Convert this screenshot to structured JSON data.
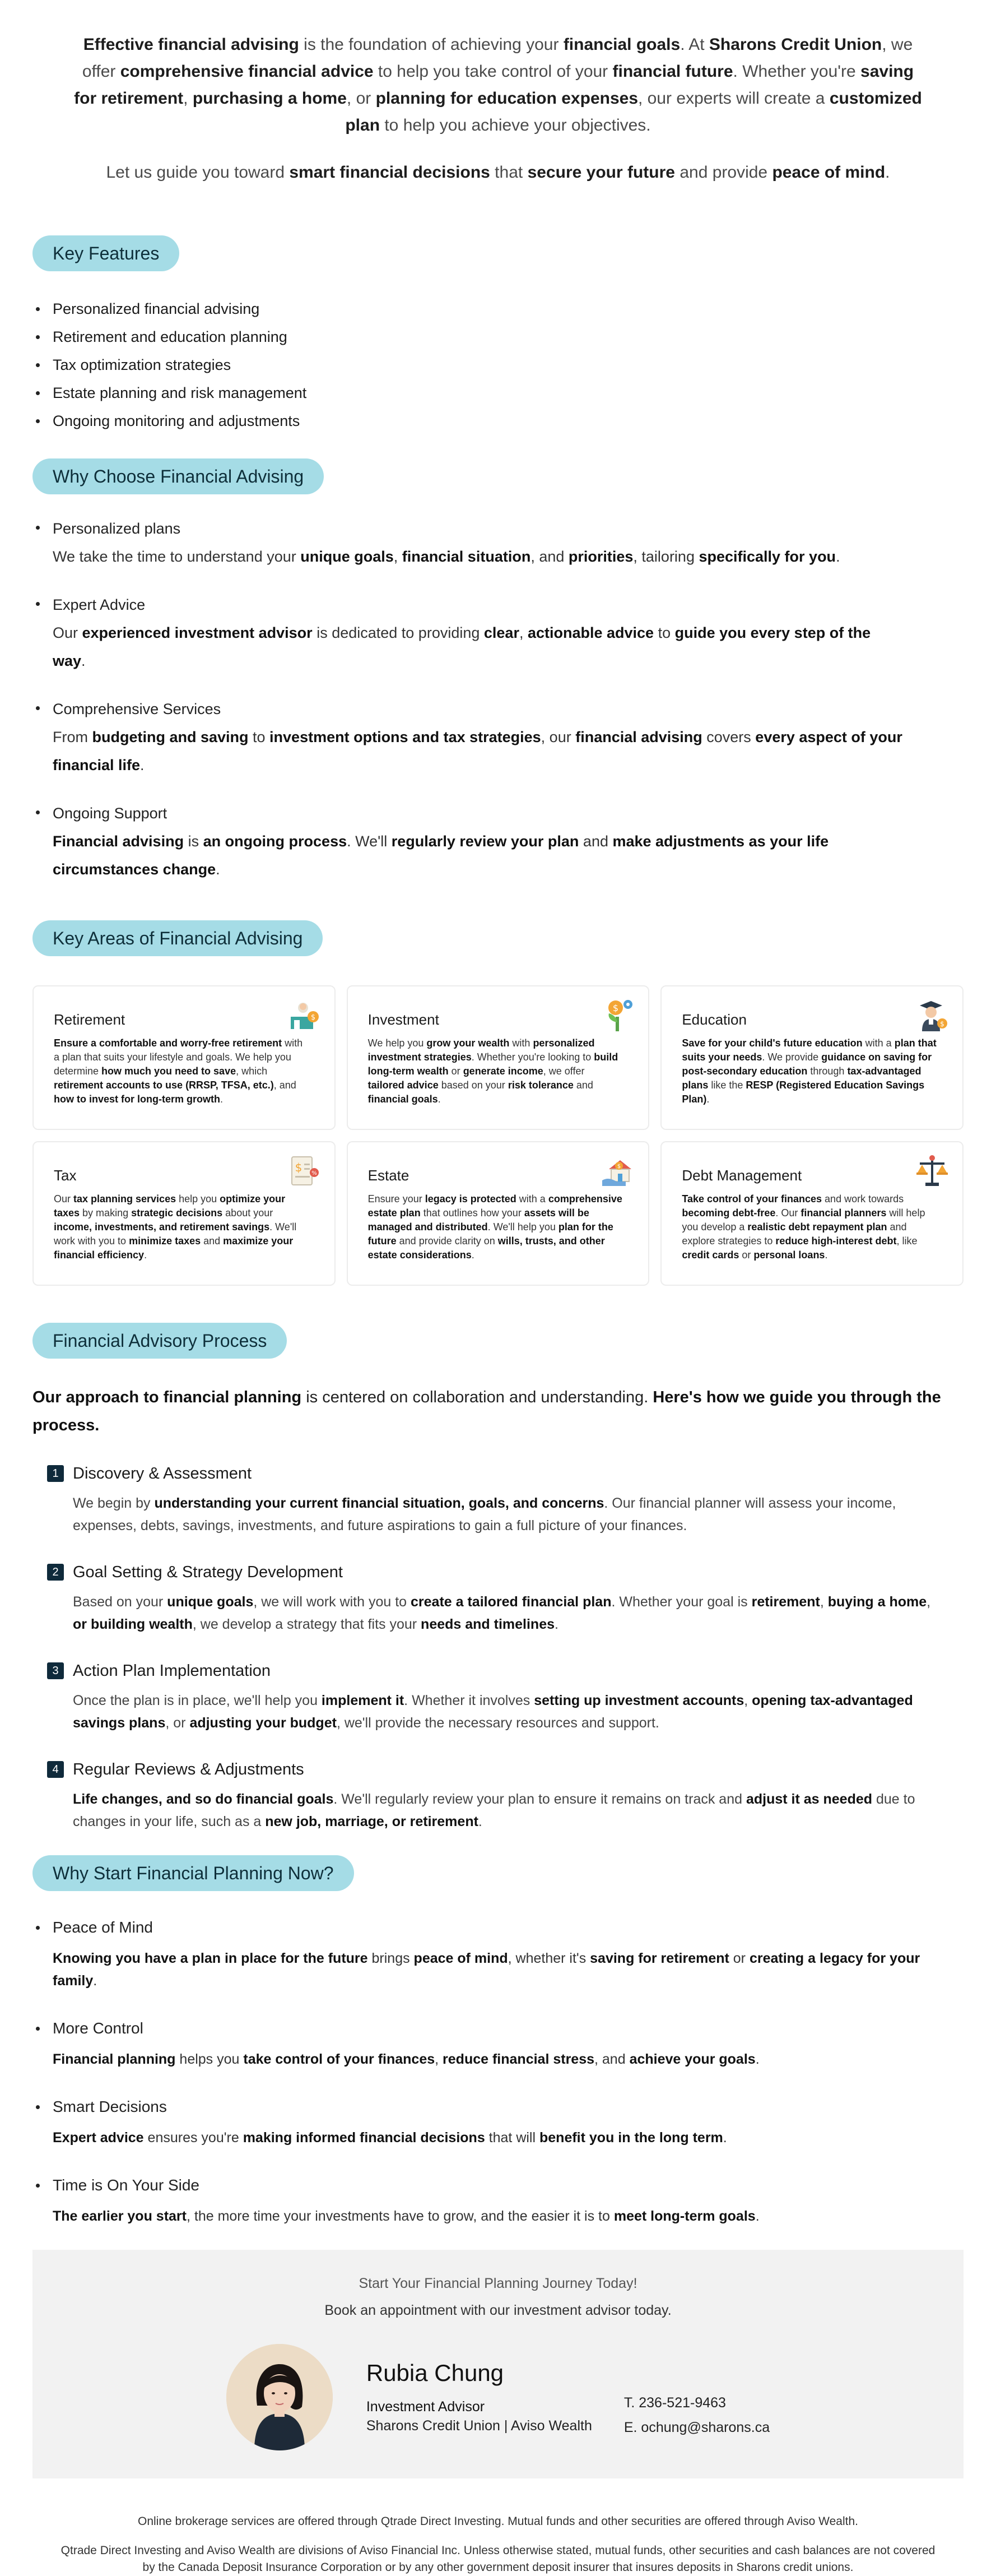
{
  "intro": {
    "p1": [
      {
        "t": "Effective financial advising",
        "b": true
      },
      {
        "t": " is the foundation of achieving your ",
        "b": false
      },
      {
        "t": "financial goals",
        "b": true
      },
      {
        "t": ". At ",
        "b": false
      },
      {
        "t": "Sharons Credit Union",
        "b": true
      },
      {
        "t": ", we offer ",
        "b": false
      },
      {
        "t": "comprehensive financial advice",
        "b": true
      },
      {
        "t": " to help you take control of your ",
        "b": false
      },
      {
        "t": "financial future",
        "b": true
      },
      {
        "t": ". Whether you're ",
        "b": false
      },
      {
        "t": "saving for retirement",
        "b": true
      },
      {
        "t": ", ",
        "b": false
      },
      {
        "t": "purchasing a home",
        "b": true
      },
      {
        "t": ", or ",
        "b": false
      },
      {
        "t": "planning for education expenses",
        "b": true
      },
      {
        "t": ", our experts will create a ",
        "b": false
      },
      {
        "t": "customized plan",
        "b": true
      },
      {
        "t": " to help you achieve your objectives.",
        "b": false
      }
    ],
    "p2": [
      {
        "t": "Let us guide you toward ",
        "b": false
      },
      {
        "t": "smart financial decisions",
        "b": true
      },
      {
        "t": " that ",
        "b": false
      },
      {
        "t": "secure your future",
        "b": true
      },
      {
        "t": " and provide ",
        "b": false
      },
      {
        "t": "peace of mind",
        "b": true
      },
      {
        "t": ".",
        "b": false
      }
    ]
  },
  "key_features": {
    "title": "Key Features",
    "items": [
      "Personalized financial advising",
      "Retirement and education planning",
      "Tax optimization strategies",
      "Estate planning and risk management",
      "Ongoing monitoring and adjustments"
    ]
  },
  "why_choose": {
    "title": "Why Choose Financial Advising",
    "items": [
      {
        "title": "Personalized plans",
        "desc": [
          {
            "t": "We take the time to understand your ",
            "b": false
          },
          {
            "t": "unique goals",
            "b": true
          },
          {
            "t": ", ",
            "b": false
          },
          {
            "t": "financial situation",
            "b": true
          },
          {
            "t": ", and ",
            "b": false
          },
          {
            "t": "priorities",
            "b": true
          },
          {
            "t": ", tailoring ",
            "b": false
          },
          {
            "t": "specifically for you",
            "b": true
          },
          {
            "t": ".",
            "b": false
          }
        ]
      },
      {
        "title": "Expert Advice",
        "desc": [
          {
            "t": "Our ",
            "b": false
          },
          {
            "t": "experienced investment advisor",
            "b": true
          },
          {
            "t": " is dedicated to providing ",
            "b": false
          },
          {
            "t": "clear",
            "b": true
          },
          {
            "t": ", ",
            "b": false
          },
          {
            "t": "actionable advice",
            "b": true
          },
          {
            "t": " to ",
            "b": false
          },
          {
            "t": "guide you every step of the way",
            "b": true
          },
          {
            "t": ".",
            "b": false
          }
        ]
      },
      {
        "title": "Comprehensive Services",
        "desc": [
          {
            "t": "From ",
            "b": false
          },
          {
            "t": "budgeting and saving",
            "b": true
          },
          {
            "t": " to ",
            "b": false
          },
          {
            "t": "investment options and tax strategies",
            "b": true
          },
          {
            "t": ", our ",
            "b": false
          },
          {
            "t": "financial advising",
            "b": true
          },
          {
            "t": " covers ",
            "b": false
          },
          {
            "t": "every aspect of your financial life",
            "b": true
          },
          {
            "t": ".",
            "b": false
          }
        ]
      },
      {
        "title": "Ongoing Support",
        "desc": [
          {
            "t": "Financial advising",
            "b": true
          },
          {
            "t": " is ",
            "b": false
          },
          {
            "t": "an ongoing process",
            "b": true
          },
          {
            "t": ". We'll ",
            "b": false
          },
          {
            "t": "regularly review your plan",
            "b": true
          },
          {
            "t": " and ",
            "b": false
          },
          {
            "t": "make adjustments as your life circumstances change",
            "b": true
          },
          {
            "t": ".",
            "b": false
          }
        ]
      }
    ]
  },
  "key_areas": {
    "title": "Key Areas of Financial Advising",
    "cards": [
      {
        "title": "Retirement",
        "icon": "retirement-icon",
        "desc": [
          {
            "t": "Ensure a comfortable and worry-free retirement",
            "b": true
          },
          {
            "t": " with a plan that suits your lifestyle and goals. We help you determine ",
            "b": false
          },
          {
            "t": "how much you need to save",
            "b": true
          },
          {
            "t": ", which ",
            "b": false
          },
          {
            "t": "retirement accounts to use (RRSP, TFSA, etc.)",
            "b": true
          },
          {
            "t": ", and ",
            "b": false
          },
          {
            "t": "how to invest for long-term growth",
            "b": true
          },
          {
            "t": ".",
            "b": false
          }
        ]
      },
      {
        "title": "Investment",
        "icon": "investment-icon",
        "desc": [
          {
            "t": "We help you ",
            "b": false
          },
          {
            "t": "grow your wealth",
            "b": true
          },
          {
            "t": " with ",
            "b": false
          },
          {
            "t": "personalized investment strategies",
            "b": true
          },
          {
            "t": ". Whether you're looking to ",
            "b": false
          },
          {
            "t": "build long-term wealth",
            "b": true
          },
          {
            "t": " or ",
            "b": false
          },
          {
            "t": "generate income",
            "b": true
          },
          {
            "t": ", we offer ",
            "b": false
          },
          {
            "t": "tailored advice",
            "b": true
          },
          {
            "t": " based on your ",
            "b": false
          },
          {
            "t": "risk tolerance",
            "b": true
          },
          {
            "t": " and ",
            "b": false
          },
          {
            "t": "financial goals",
            "b": true
          },
          {
            "t": ".",
            "b": false
          }
        ]
      },
      {
        "title": "Education",
        "icon": "education-icon",
        "desc": [
          {
            "t": "Save for your child's future education",
            "b": true
          },
          {
            "t": " with a ",
            "b": false
          },
          {
            "t": "plan that suits your needs",
            "b": true
          },
          {
            "t": ". We provide ",
            "b": false
          },
          {
            "t": "guidance on saving for post-secondary education",
            "b": true
          },
          {
            "t": " through ",
            "b": false
          },
          {
            "t": "tax-advantaged plans",
            "b": true
          },
          {
            "t": " like the ",
            "b": false
          },
          {
            "t": "RESP (Registered Education Savings Plan)",
            "b": true
          },
          {
            "t": ".",
            "b": false
          }
        ]
      },
      {
        "title": "Tax",
        "icon": "tax-icon",
        "desc": [
          {
            "t": "Our ",
            "b": false
          },
          {
            "t": "tax planning services",
            "b": true
          },
          {
            "t": " help you ",
            "b": false
          },
          {
            "t": "optimize your taxes",
            "b": true
          },
          {
            "t": " by making ",
            "b": false
          },
          {
            "t": "strategic decisions",
            "b": true
          },
          {
            "t": " about your ",
            "b": false
          },
          {
            "t": "income, investments, and retirement savings",
            "b": true
          },
          {
            "t": ". We'll work with you to ",
            "b": false
          },
          {
            "t": "minimize taxes",
            "b": true
          },
          {
            "t": " and ",
            "b": false
          },
          {
            "t": "maximize your financial efficiency",
            "b": true
          },
          {
            "t": ".",
            "b": false
          }
        ]
      },
      {
        "title": "Estate",
        "icon": "estate-icon",
        "desc": [
          {
            "t": "Ensure your ",
            "b": false
          },
          {
            "t": "legacy is protected",
            "b": true
          },
          {
            "t": " with a ",
            "b": false
          },
          {
            "t": "comprehensive estate plan",
            "b": true
          },
          {
            "t": " that outlines how your ",
            "b": false
          },
          {
            "t": "assets will be managed and distributed",
            "b": true
          },
          {
            "t": ". We'll help you ",
            "b": false
          },
          {
            "t": "plan for the future",
            "b": true
          },
          {
            "t": " and provide clarity on ",
            "b": false
          },
          {
            "t": "wills, trusts, and other estate considerations",
            "b": true
          },
          {
            "t": ".",
            "b": false
          }
        ]
      },
      {
        "title": "Debt Management",
        "icon": "debt-management-icon",
        "desc": [
          {
            "t": "Take control of your finances",
            "b": true
          },
          {
            "t": " and work towards ",
            "b": false
          },
          {
            "t": "becoming debt-free",
            "b": true
          },
          {
            "t": ". Our ",
            "b": false
          },
          {
            "t": "financial planners",
            "b": true
          },
          {
            "t": " will help you develop a ",
            "b": false
          },
          {
            "t": "realistic debt repayment plan",
            "b": true
          },
          {
            "t": " and explore strategies to ",
            "b": false
          },
          {
            "t": "reduce high-interest debt",
            "b": true
          },
          {
            "t": ", like ",
            "b": false
          },
          {
            "t": "credit cards",
            "b": true
          },
          {
            "t": " or ",
            "b": false
          },
          {
            "t": "personal loans",
            "b": true
          },
          {
            "t": ".",
            "b": false
          }
        ]
      }
    ]
  },
  "process": {
    "title": "Financial Advisory Process",
    "intro": [
      {
        "t": "Our approach to financial planning",
        "b": true
      },
      {
        "t": " is centered on collaboration and understanding. ",
        "b": false
      },
      {
        "t": "Here's how we guide you through the process.",
        "b": true
      }
    ],
    "steps": [
      {
        "num": "1",
        "title": "Discovery & Assessment",
        "desc": [
          {
            "t": "We begin by ",
            "b": false
          },
          {
            "t": "understanding your current financial situation, goals, and concerns",
            "b": true
          },
          {
            "t": ". Our financial planner will assess your income, expenses, debts, savings, investments, and future aspirations to gain a full picture of your finances.",
            "b": false
          }
        ]
      },
      {
        "num": "2",
        "title": "Goal Setting & Strategy Development",
        "desc": [
          {
            "t": "Based on your ",
            "b": false
          },
          {
            "t": "unique goals",
            "b": true
          },
          {
            "t": ", we will work with you to ",
            "b": false
          },
          {
            "t": "create a tailored financial plan",
            "b": true
          },
          {
            "t": ". Whether your goal is ",
            "b": false
          },
          {
            "t": "retirement",
            "b": true
          },
          {
            "t": ", ",
            "b": false
          },
          {
            "t": "buying a home",
            "b": true
          },
          {
            "t": ", ",
            "b": false
          },
          {
            "t": "or building wealth",
            "b": true
          },
          {
            "t": ", we develop a strategy that fits your ",
            "b": false
          },
          {
            "t": "needs and timelines",
            "b": true
          },
          {
            "t": ".",
            "b": false
          }
        ]
      },
      {
        "num": "3",
        "title": "Action Plan Implementation",
        "desc": [
          {
            "t": "Once the plan is in place, we'll help you ",
            "b": false
          },
          {
            "t": "implement it",
            "b": true
          },
          {
            "t": ". Whether it involves ",
            "b": false
          },
          {
            "t": "setting up investment accounts",
            "b": true
          },
          {
            "t": ", ",
            "b": false
          },
          {
            "t": "opening tax-advantaged savings plans",
            "b": true
          },
          {
            "t": ", or ",
            "b": false
          },
          {
            "t": "adjusting your budget",
            "b": true
          },
          {
            "t": ", we'll provide the necessary resources and support.",
            "b": false
          }
        ]
      },
      {
        "num": "4",
        "title": "Regular Reviews & Adjustments",
        "desc": [
          {
            "t": "Life changes, and so do financial goals",
            "b": true
          },
          {
            "t": ". We'll regularly review your plan to ensure it remains on track and ",
            "b": false
          },
          {
            "t": "adjust it as needed",
            "b": true
          },
          {
            "t": " due to changes in your life, such as a ",
            "b": false
          },
          {
            "t": "new job, marriage, or retirement",
            "b": true
          },
          {
            "t": ".",
            "b": false
          }
        ]
      }
    ]
  },
  "why_now": {
    "title": "Why Start Financial Planning Now?",
    "items": [
      {
        "title": "Peace of Mind",
        "desc": [
          {
            "t": "Knowing you have a plan in place for the future",
            "b": true
          },
          {
            "t": " brings ",
            "b": false
          },
          {
            "t": "peace of mind",
            "b": true
          },
          {
            "t": ", whether it's ",
            "b": false
          },
          {
            "t": "saving for retirement",
            "b": true
          },
          {
            "t": " or ",
            "b": false
          },
          {
            "t": "creating a legacy for your family",
            "b": true
          },
          {
            "t": ".",
            "b": false
          }
        ]
      },
      {
        "title": "More Control",
        "desc": [
          {
            "t": "Financial planning",
            "b": true
          },
          {
            "t": " helps you ",
            "b": false
          },
          {
            "t": "take control of your finances",
            "b": true
          },
          {
            "t": ", ",
            "b": false
          },
          {
            "t": "reduce financial stress",
            "b": true
          },
          {
            "t": ", and ",
            "b": false
          },
          {
            "t": "achieve your goals",
            "b": true
          },
          {
            "t": ".",
            "b": false
          }
        ]
      },
      {
        "title": "Smart Decisions",
        "desc": [
          {
            "t": "Expert advice",
            "b": true
          },
          {
            "t": " ensures you're ",
            "b": false
          },
          {
            "t": "making informed financial decisions",
            "b": true
          },
          {
            "t": " that will ",
            "b": false
          },
          {
            "t": "benefit you in the long term",
            "b": true
          },
          {
            "t": ".",
            "b": false
          }
        ]
      },
      {
        "title": "Time is On Your Side",
        "desc": [
          {
            "t": "The earlier you start",
            "b": true
          },
          {
            "t": ", the more time your investments have to grow, and the easier it is to ",
            "b": false
          },
          {
            "t": "meet long-term goals",
            "b": true
          },
          {
            "t": ".",
            "b": false
          }
        ]
      }
    ]
  },
  "cta": {
    "line1": "Start Your Financial Planning Journey Today!",
    "line2": "Book an appointment with our investment advisor today.",
    "advisor": {
      "name": "Rubia Chung",
      "role": "Investment Advisor",
      "org": "Sharons Credit Union | Aviso Wealth",
      "phone": "T. 236-521-9463",
      "email": "E. ochung@sharons.ca"
    }
  },
  "footer": {
    "p1": "Online brokerage services are offered through Qtrade Direct Investing. Mutual funds and other securities are offered through Aviso Wealth.",
    "p2": "Qtrade Direct Investing and Aviso Wealth are divisions of Aviso Financial Inc. Unless otherwise stated, mutual funds, other securities and cash balances are not covered by the Canada Deposit Insurance Corporation or by any other government deposit insurer that insures deposits in Sharons credit unions."
  },
  "colors": {
    "pill": "#a5dce6",
    "step_badge": "#0f2a3b",
    "cta_bg": "#f2f2f2"
  }
}
